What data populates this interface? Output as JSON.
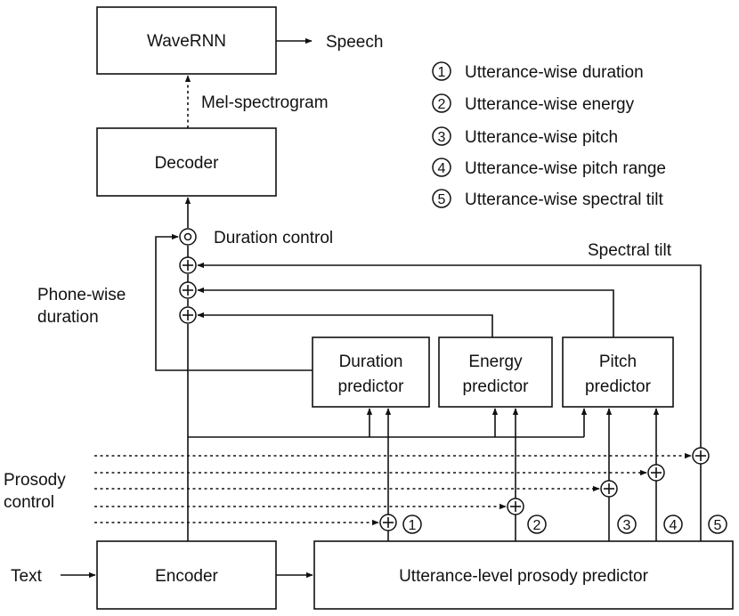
{
  "blocks": {
    "wavernn": "WaveRNN",
    "decoder": "Decoder",
    "encoder": "Encoder",
    "utterance_predictor": "Utterance-level prosody predictor",
    "duration_predictor": [
      "Duration",
      "predictor"
    ],
    "energy_predictor": [
      "Energy",
      "predictor"
    ],
    "pitch_predictor": [
      "Pitch",
      "predictor"
    ]
  },
  "labels": {
    "speech": "Speech",
    "mel_spectrogram": "Mel-spectrogram",
    "duration_control": "Duration control",
    "spectral_tilt": "Spectral tilt",
    "phone_wise_duration": [
      "Phone-wise",
      "duration"
    ],
    "prosody_control": [
      "Prosody",
      "control"
    ],
    "text": "Text"
  },
  "legend": [
    {
      "num": "1",
      "text": "Utterance-wise duration"
    },
    {
      "num": "2",
      "text": "Utterance-wise energy"
    },
    {
      "num": "3",
      "text": "Utterance-wise pitch"
    },
    {
      "num": "4",
      "text": "Utterance-wise pitch range"
    },
    {
      "num": "5",
      "text": "Utterance-wise spectral tilt"
    }
  ],
  "markers": [
    "1",
    "2",
    "3",
    "4",
    "5"
  ]
}
